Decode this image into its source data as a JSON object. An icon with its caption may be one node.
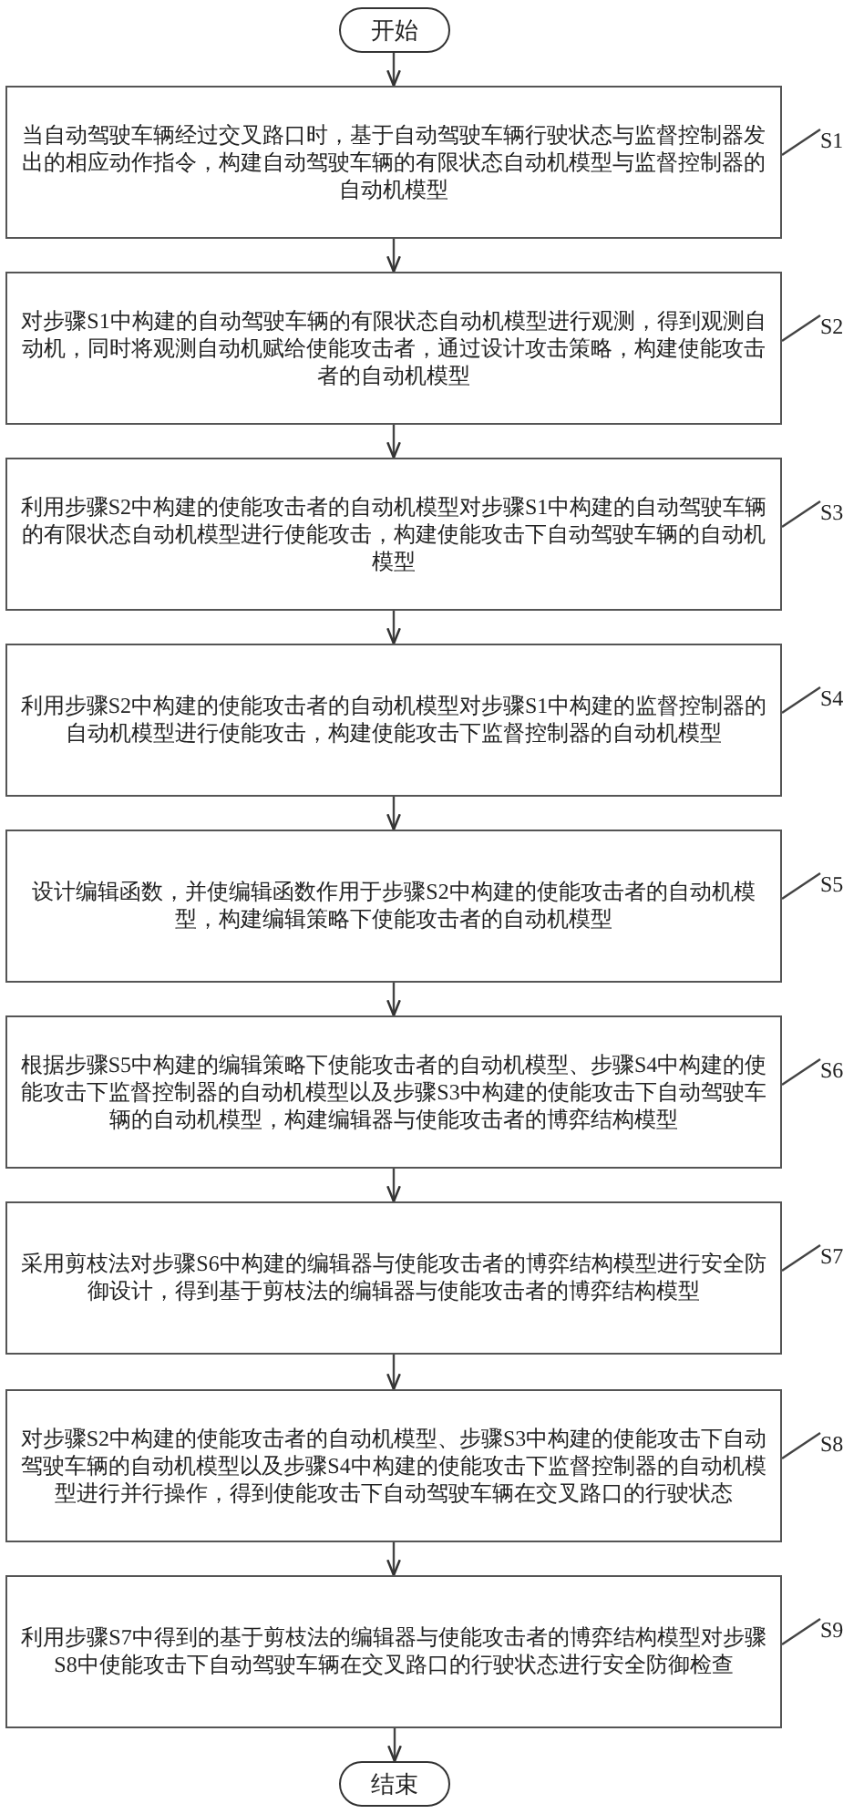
{
  "diagram": {
    "nodes": [
      {
        "text": [
          "开始"
        ]
      },
      {
        "text": [
          "当自动驾驶车辆经过交叉路口时，基于自动驾驶车辆行驶状态与监督控制器发出的相应动作指令，构建自动驾驶车辆的有限状态自动机模型与监督控制器的自动机模型"
        ]
      },
      {
        "text": [
          "S1"
        ]
      },
      {
        "text": [
          "对步骤S1中构建的自动驾驶车辆的有限状态自动机模型进行观测，得到观测自动机，同时将观测自动机赋给使能攻击者，通过设计攻击策略，构建使能攻击者的自动机模型"
        ]
      },
      {
        "text": [
          "S2"
        ]
      },
      {
        "text": [
          "利用步骤S2中构建的使能攻击者的自动机模型对步骤S1中构建的自动驾驶车辆的有限状态自动机模型进行使能攻击，构建使能攻击下自动驾驶车辆的自动机模型"
        ]
      },
      {
        "text": [
          "S3"
        ]
      },
      {
        "text": [
          "利用步骤S2中构建的使能攻击者的自动机模型对步骤S1中构建的监督控制器的自动机模型进行使能攻击，构建使能攻击下监督控制器的自动机模型"
        ]
      },
      {
        "text": [
          "S4"
        ]
      },
      {
        "text": [
          "设计编辑函数，并使编辑函数作用于步骤S2中构建的使能攻击者的自动机模型，构建编辑策略下使能攻击者的自动机模型"
        ]
      },
      {
        "text": [
          "S5"
        ]
      },
      {
        "text": [
          "根据步骤S5中构建的编辑策略下使能攻击者的自动机模型、步骤S4中构建的使能攻击下监督控制器的自动机模型以及步骤S3中构建的使能攻击下自动驾驶车辆的自动机模型，构建编辑器与使能攻击者的博弈结构模型"
        ]
      },
      {
        "text": [
          "S6"
        ]
      },
      {
        "text": [
          "采用剪枝法对步骤S6中构建的编辑器与使能攻击者的博弈结构模型进行安全防御设计，得到基于剪枝法的编辑器与使能攻击者的博弈结构模型"
        ]
      },
      {
        "text": [
          "S7"
        ]
      },
      {
        "text": [
          "对步骤S2中构建的使能攻击者的自动机模型、步骤S3中构建的使能攻击下自动驾驶车辆的自动机模型以及步骤S4中构建的使能攻击下监督控制器的自动机模型进行并行操作，得到使能攻击下自动驾驶车辆在交叉路口的行驶状态"
        ]
      },
      {
        "text": [
          "S8"
        ]
      },
      {
        "text": [
          "利用步骤S7中得到的基于剪枝法的编辑器与使能攻击者的博弈结构模型对步骤S8中使能攻击下自动驾驶车辆在交叉路口的行驶状态进行安全防御检查"
        ]
      },
      {
        "text": [
          "S9"
        ]
      },
      {
        "text": [
          "结束"
        ]
      }
    ],
    "edges": [
      {
        "from": 0,
        "to": 1,
        "arrow": "to"
      },
      {
        "from": 2,
        "to": 1,
        "arrow": "none"
      },
      {
        "from": 1,
        "to": 3,
        "arrow": "to"
      },
      {
        "from": 4,
        "to": 3,
        "arrow": "none"
      },
      {
        "from": 3,
        "to": 5,
        "arrow": "to"
      },
      {
        "from": 6,
        "to": 5,
        "arrow": "none"
      },
      {
        "from": 5,
        "to": 7,
        "arrow": "to"
      },
      {
        "from": 8,
        "to": 7,
        "arrow": "none"
      },
      {
        "from": 7,
        "to": 9,
        "arrow": "to"
      },
      {
        "from": 10,
        "to": 9,
        "arrow": "none"
      },
      {
        "from": 9,
        "to": 11,
        "arrow": "to"
      },
      {
        "from": 12,
        "to": 11,
        "arrow": "none"
      },
      {
        "from": 11,
        "to": 13,
        "arrow": "to"
      },
      {
        "from": 14,
        "to": 13,
        "arrow": "none"
      },
      {
        "from": 13,
        "to": 15,
        "arrow": "to"
      },
      {
        "from": 16,
        "to": 15,
        "arrow": "none"
      },
      {
        "from": 15,
        "to": 17,
        "arrow": "to"
      },
      {
        "from": 18,
        "to": 17,
        "arrow": "none"
      },
      {
        "from": 17,
        "to": 19,
        "arrow": "to"
      }
    ]
  }
}
